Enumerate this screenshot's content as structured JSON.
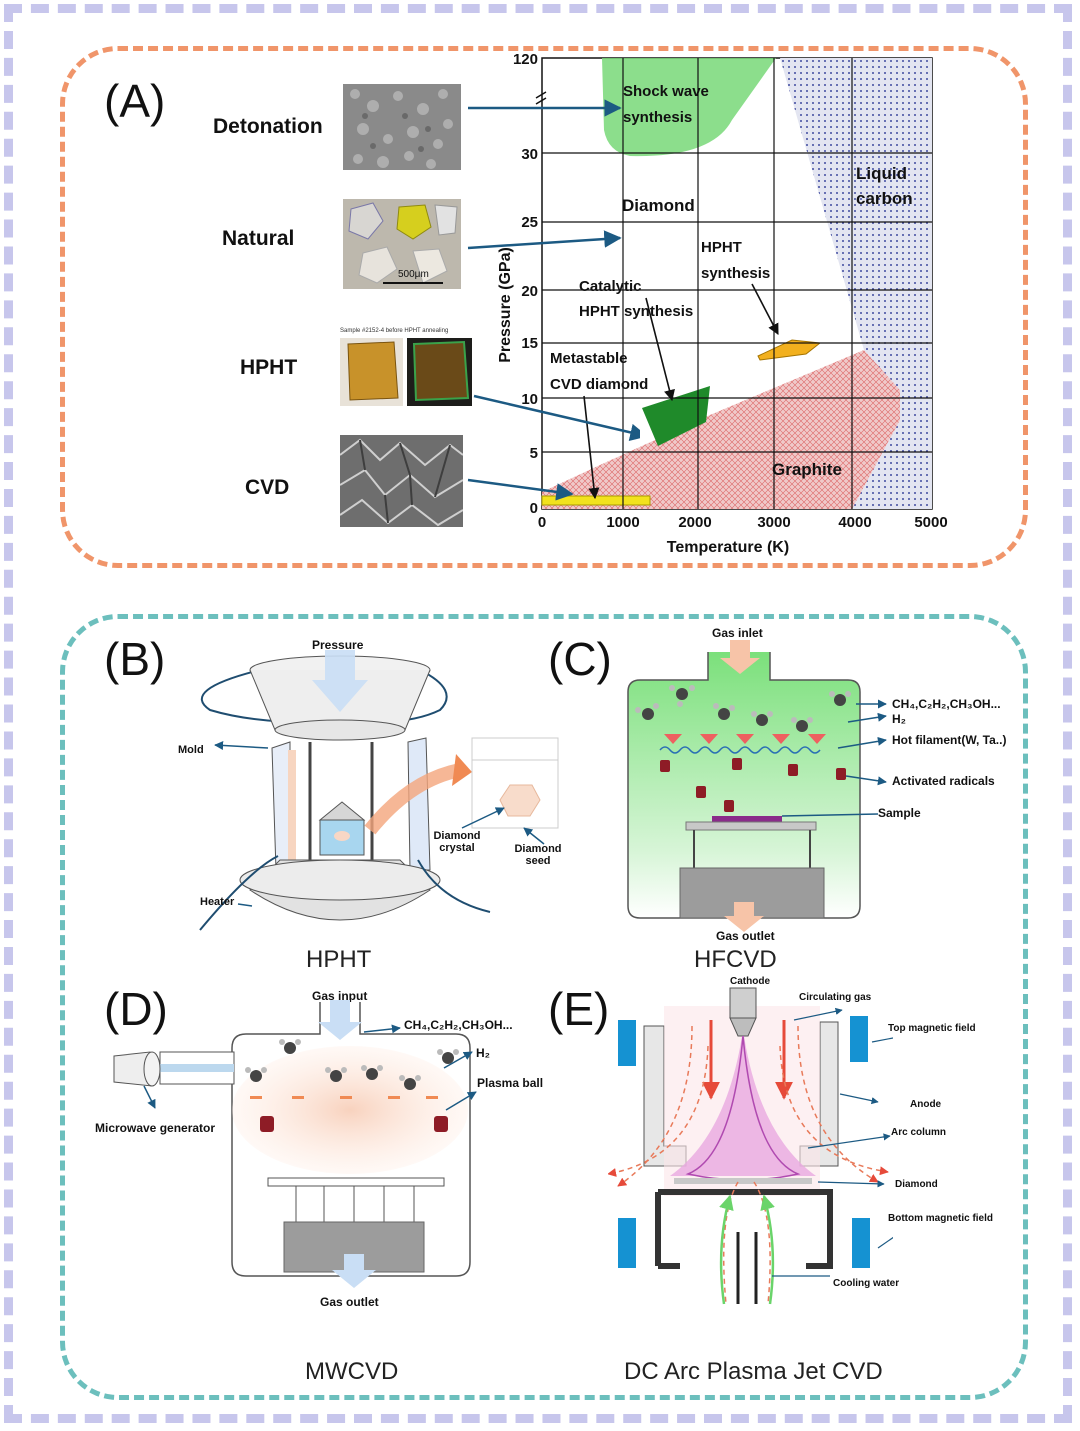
{
  "panels": {
    "a_label": "(A)",
    "b_label": "(B)",
    "c_label": "(C)",
    "d_label": "(D)",
    "e_label": "(E)"
  },
  "panelA": {
    "rows": [
      "Detonation",
      "Natural",
      "HPHT",
      "CVD"
    ],
    "natural_scale": "500μm",
    "hpht_caption": "Sample #2152-4 before HPHT annealing",
    "regions": {
      "shock": [
        "Shock wave",
        "synthesis"
      ],
      "diamond": "Diamond",
      "liquid": [
        "Liquid",
        "carbon"
      ],
      "hpht": [
        "HPHT",
        "synthesis"
      ],
      "catalytic": [
        "Catalytic",
        "HPHT synthesis"
      ],
      "metastable": [
        "Metastable",
        "CVD diamond"
      ],
      "graphite": "Graphite"
    }
  },
  "chart_data": {
    "type": "phase-diagram",
    "xlabel": "Temperature (K)",
    "ylabel": "Pressure (GPa)",
    "x_ticks": [
      "0",
      "1000",
      "2000",
      "3000",
      "4000",
      "5000"
    ],
    "y_ticks": [
      "0",
      "5",
      "10",
      "15",
      "20",
      "25",
      "30",
      "120"
    ],
    "xlim": [
      0,
      5000
    ],
    "ylim": [
      0,
      120
    ],
    "grid": true
  },
  "panelB": {
    "caption": "HPHT",
    "pressure": "Pressure",
    "mold": "Mold",
    "heater": "Heater",
    "diamond_crystal": [
      "Diamond",
      "crystal"
    ],
    "diamond_seed": [
      "Diamond",
      "seed"
    ]
  },
  "panelC": {
    "caption": "HFCVD",
    "gas_inlet": "Gas inlet",
    "gases": "CH₄,C₂H₂,CH₃OH...",
    "h2": "H₂",
    "filament": "Hot filament(W, Ta..)",
    "radicals": "Activated radicals",
    "sample": "Sample",
    "gas_outlet": "Gas outlet"
  },
  "panelD": {
    "caption": "MWCVD",
    "gas_input": "Gas input",
    "gases": "CH₄,C₂H₂,CH₃OH...",
    "h2": "H₂",
    "plasma_ball": "Plasma ball",
    "microwave": "Microwave generator",
    "gas_outlet": "Gas outlet"
  },
  "panelE": {
    "caption": "DC Arc Plasma Jet CVD",
    "cathode": "Cathode",
    "circulating": "Circulating gas",
    "top_field": "Top magnetic field",
    "anode": "Anode",
    "arc_column": "Arc column",
    "diamond": "Diamond",
    "bottom_field": "Bottom magnetic field",
    "cooling": "Cooling water"
  }
}
